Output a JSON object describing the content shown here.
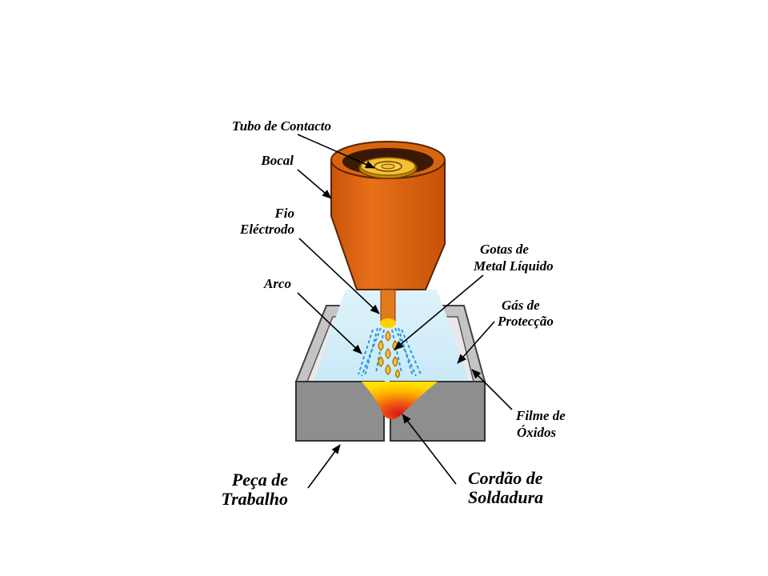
{
  "labels": {
    "tubo_contacto": "Tubo de Contacto",
    "bocal": "Bocal",
    "fio_line1": "Fio",
    "fio_line2": "Eléctrodo",
    "arco": "Arco",
    "gotas_line1": "Gotas de",
    "gotas_line2": "Metal Líquido",
    "gas_line1": "Gás de",
    "gas_line2": "Protecção",
    "filme_line1": "Filme de",
    "filme_line2": "Óxidos",
    "peca_line1": "Peça de",
    "peca_line2": "Trabalho",
    "cordao_line1": "Cordão de",
    "cordao_line2": "Soldadura"
  },
  "colors": {
    "nozzle": "#d9640f",
    "nozzle_dark": "#8a3a05",
    "contact_tube": "#f5c030",
    "gas": "#d4eefa",
    "arc_dash": "#2a9ad8",
    "droplet": "#f0c040",
    "workpiece": "#909090",
    "oxide_film": "#b8b8b8",
    "weld_outer": "#ffd200",
    "weld_inner": "#d81818"
  }
}
